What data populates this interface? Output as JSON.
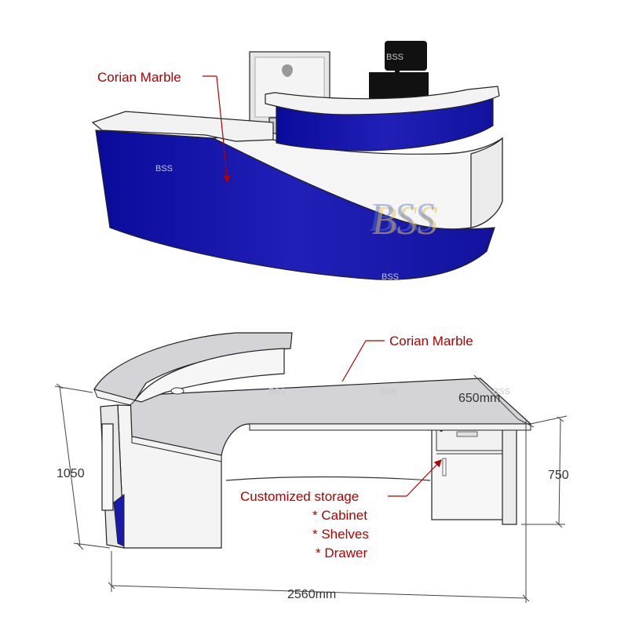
{
  "colors": {
    "accent_blue": "#1a1aa8",
    "label_red": "#b00000",
    "top_gray": "#d4d4d8"
  },
  "watermark": {
    "text": "BSS",
    "logo": "BSS"
  },
  "top_view": {
    "material_label": "Corian Marble"
  },
  "bottom_view": {
    "material_label": "Corian Marble",
    "storage_label": "Customized storage",
    "storage_items": [
      "* Cabinet",
      "* Shelves",
      "* Drawer"
    ],
    "dims": {
      "height_total": "1050",
      "height_desk": "750",
      "depth": "650mm",
      "width": "2560mm"
    }
  }
}
